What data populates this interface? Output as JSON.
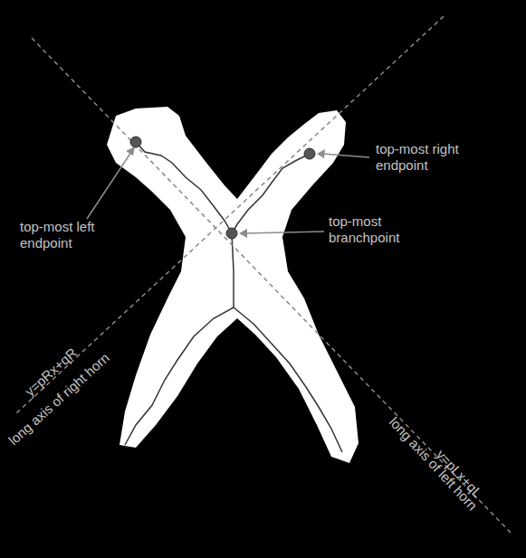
{
  "diagram": {
    "labels": [
      "top-most right endpoint",
      "top-most left endpoint",
      "top-most branchpoint",
      "y=pRx+qR",
      "long axis of right horn",
      "y=pLx+qL",
      "long axis of left horn"
    ]
  }
}
